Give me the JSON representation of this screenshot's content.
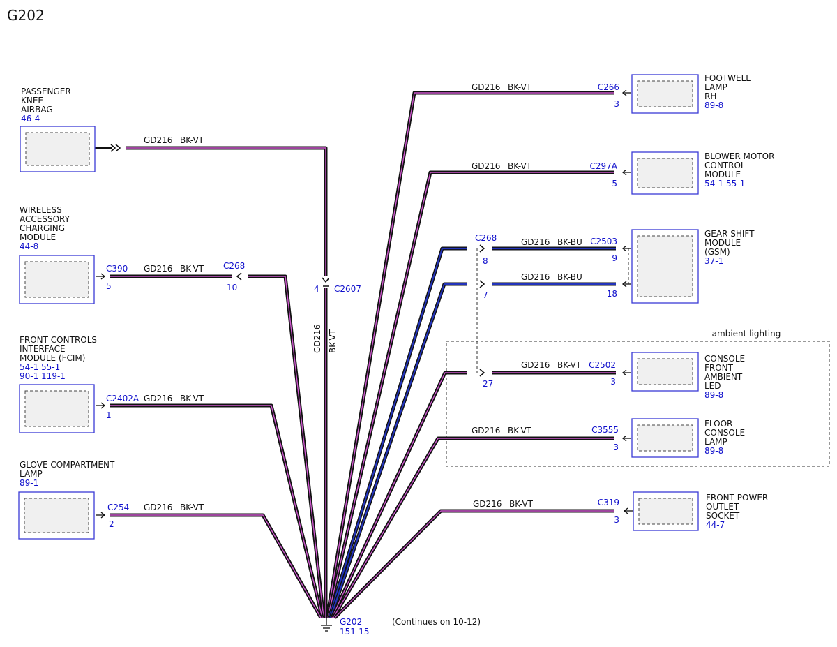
{
  "title": "G202",
  "ambient_title": "ambient lighting",
  "continues": "(Continues on 10-12)",
  "ground": {
    "ref": "G202",
    "page": "151-15"
  },
  "splice": {
    "pin": "4",
    "connector": "C2607",
    "circuit": "GD216",
    "color": "BK-VT"
  },
  "colors": {
    "module_border": "#3a3ad6",
    "module_fill": "#f0f0f0",
    "ref_text": "#1010cc",
    "wire_vt": "#cc55cc",
    "wire_bu": "#2233bb",
    "wire_outline": "#111111"
  },
  "modules": [
    {
      "id": "passenger-knee-airbag",
      "name": [
        "PASSENGER",
        "KNEE",
        "AIRBAG"
      ],
      "refs": [
        "46-4"
      ]
    },
    {
      "id": "wireless-charging",
      "name": [
        "WIRELESS",
        "ACCESSORY",
        "CHARGING",
        "MODULE"
      ],
      "refs": [
        "44-8"
      ]
    },
    {
      "id": "fcim",
      "name": [
        "FRONT CONTROLS",
        "INTERFACE",
        "MODULE (FCIM)"
      ],
      "refs": [
        "54-1   55-1",
        "90-1   119-1"
      ]
    },
    {
      "id": "glove-lamp",
      "name": [
        "GLOVE COMPARTMENT",
        "LAMP"
      ],
      "refs": [
        "89-1"
      ]
    },
    {
      "id": "footwell-lamp",
      "name": [
        "FOOTWELL",
        "LAMP",
        "RH"
      ],
      "refs": [
        "89-8"
      ]
    },
    {
      "id": "blower-motor",
      "name": [
        "BLOWER MOTOR",
        "CONTROL",
        "MODULE"
      ],
      "refs": [
        "54-1    55-1"
      ]
    },
    {
      "id": "gear-shift",
      "name": [
        "GEAR SHIFT",
        "MODULE",
        "(GSM)"
      ],
      "refs": [
        "37-1"
      ]
    },
    {
      "id": "console-ambient",
      "name": [
        "CONSOLE",
        "FRONT",
        "AMBIENT",
        "LED"
      ],
      "refs": [
        "89-8"
      ]
    },
    {
      "id": "floor-console-lamp",
      "name": [
        "FLOOR",
        "CONSOLE",
        "LAMP"
      ],
      "refs": [
        "89-8"
      ]
    },
    {
      "id": "power-outlet",
      "name": [
        "FRONT POWER",
        "OUTLET",
        "SOCKET"
      ],
      "refs": [
        "44-7"
      ]
    }
  ],
  "wires": [
    {
      "id": "w-airbag",
      "circuit": "GD216",
      "color": "BK-VT",
      "connector": "",
      "pin": "",
      "inline_connector": "",
      "inline_pin": ""
    },
    {
      "id": "w-wireless",
      "circuit": "GD216",
      "color": "BK-VT",
      "connector": "C390",
      "pin": "5",
      "inline_connector": "C268",
      "inline_pin": "10"
    },
    {
      "id": "w-fcim",
      "circuit": "GD216",
      "color": "BK-VT",
      "connector": "C2402A",
      "pin": "1",
      "inline_connector": "",
      "inline_pin": ""
    },
    {
      "id": "w-glove",
      "circuit": "GD216",
      "color": "BK-VT",
      "connector": "C254",
      "pin": "2",
      "inline_connector": "",
      "inline_pin": ""
    },
    {
      "id": "w-footwell",
      "circuit": "GD216",
      "color": "BK-VT",
      "connector": "C266",
      "pin": "3",
      "inline_connector": "",
      "inline_pin": ""
    },
    {
      "id": "w-blower",
      "circuit": "GD216",
      "color": "BK-VT",
      "connector": "C297A",
      "pin": "5",
      "inline_connector": "",
      "inline_pin": ""
    },
    {
      "id": "w-gsm-9",
      "circuit": "GD216",
      "color": "BK-BU",
      "connector": "C2503",
      "pin": "9",
      "inline_connector": "C268",
      "inline_pin": "8"
    },
    {
      "id": "w-gsm-18",
      "circuit": "GD216",
      "color": "BK-BU",
      "connector": "",
      "pin": "18",
      "inline_connector": "",
      "inline_pin": "7"
    },
    {
      "id": "w-console-led",
      "circuit": "GD216",
      "color": "BK-VT",
      "connector": "C2502",
      "pin": "3",
      "inline_connector": "",
      "inline_pin": "27"
    },
    {
      "id": "w-floor-lamp",
      "circuit": "GD216",
      "color": "BK-VT",
      "connector": "C3555",
      "pin": "3",
      "inline_connector": "",
      "inline_pin": ""
    },
    {
      "id": "w-outlet",
      "circuit": "GD216",
      "color": "BK-VT",
      "connector": "C319",
      "pin": "3",
      "inline_connector": "",
      "inline_pin": ""
    }
  ]
}
